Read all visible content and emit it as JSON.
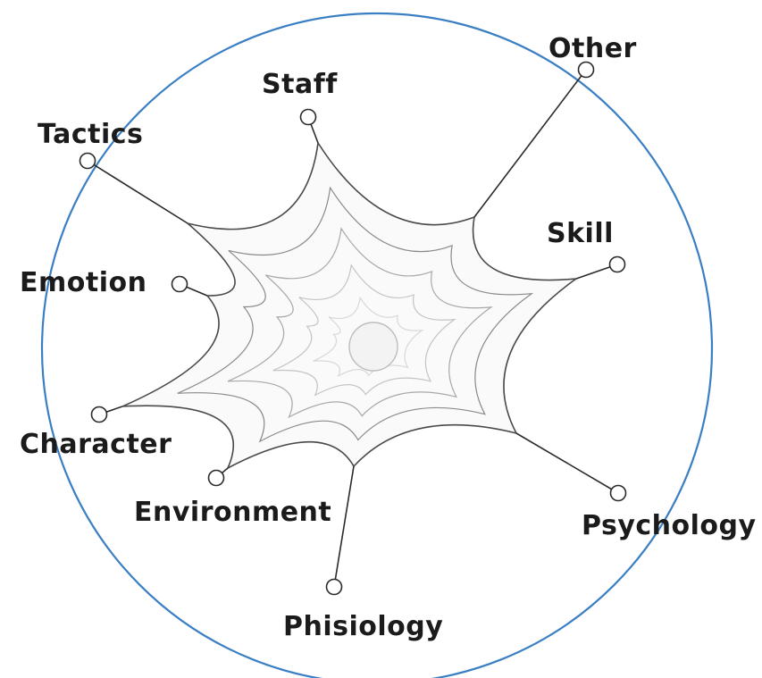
{
  "diagram": {
    "type": "spider-web",
    "boundary_color": "#3a7fc3",
    "spoke_color": "#2a2a2a",
    "nodes": [
      {
        "id": "staff",
        "label": "Staff"
      },
      {
        "id": "other",
        "label": "Other"
      },
      {
        "id": "skill",
        "label": "Skill"
      },
      {
        "id": "psychology",
        "label": "Psychology"
      },
      {
        "id": "phisiology",
        "label": "Phisiology"
      },
      {
        "id": "environment",
        "label": "Environment"
      },
      {
        "id": "character",
        "label": "Character"
      },
      {
        "id": "emotion",
        "label": "Emotion"
      },
      {
        "id": "tactics",
        "label": "Tactics"
      }
    ]
  }
}
